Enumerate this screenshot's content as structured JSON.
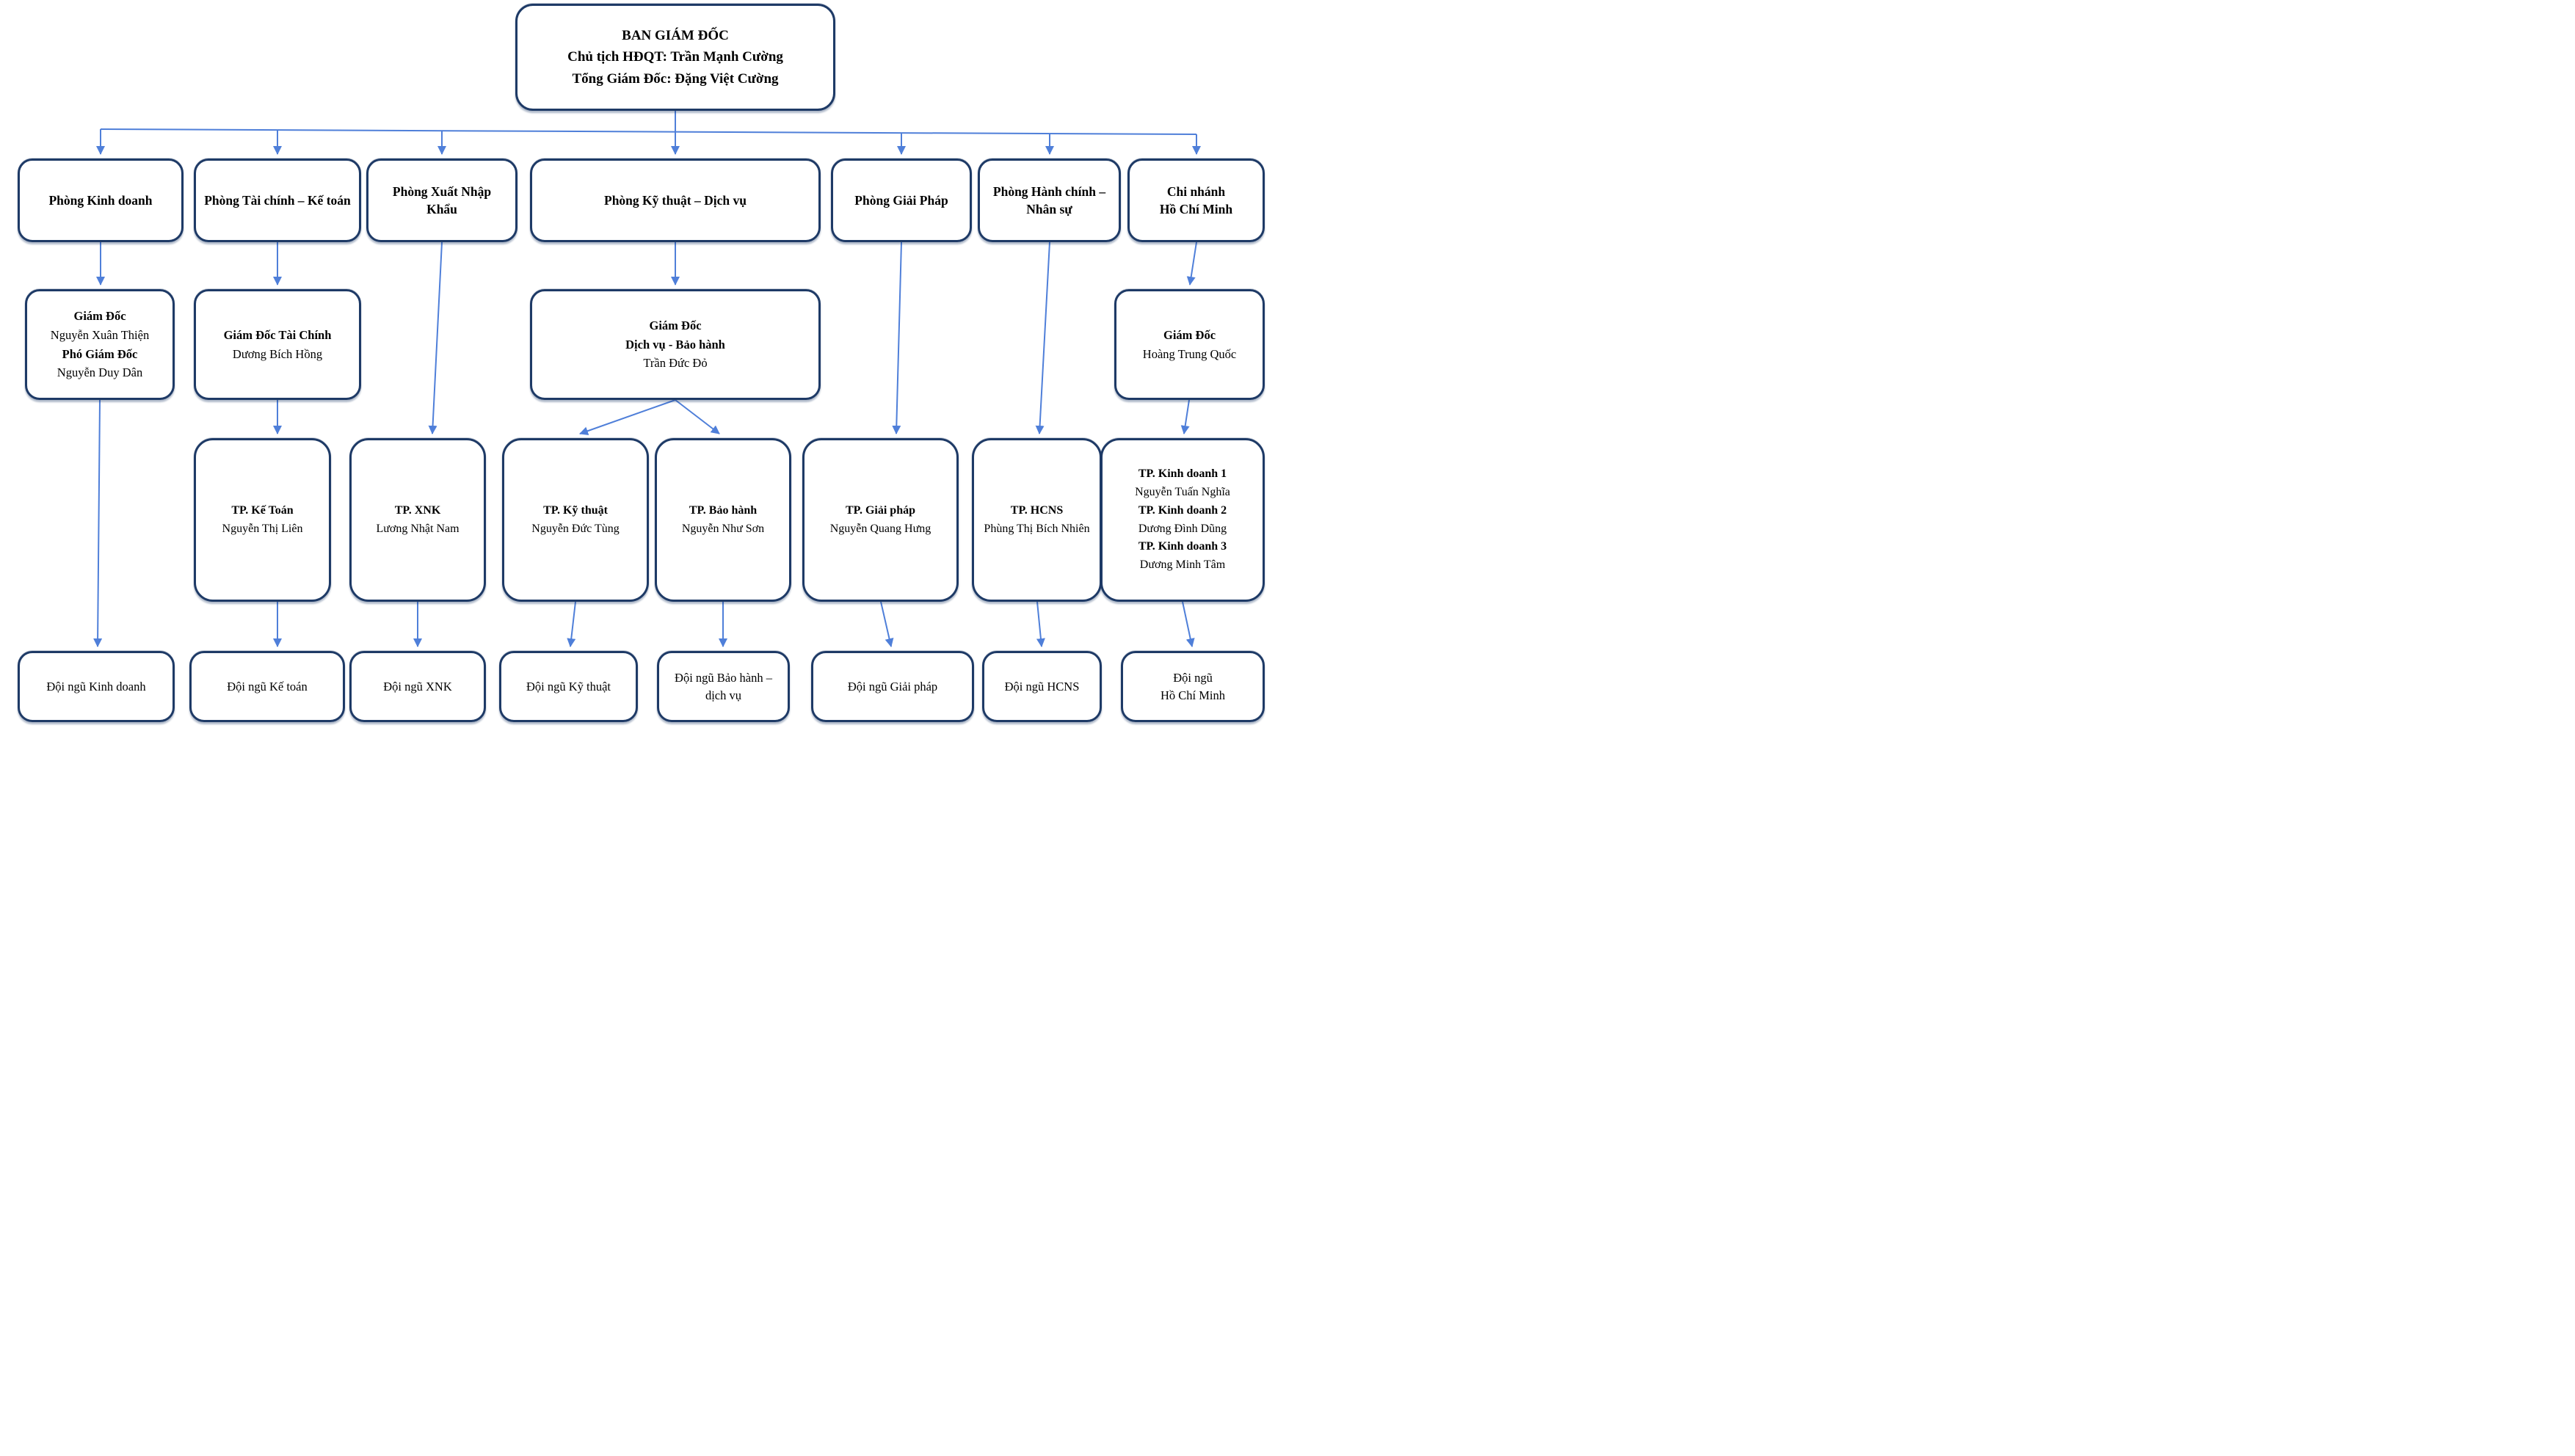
{
  "colors": {
    "box_border": "#1e3a66",
    "connector": "#4f7fd9",
    "background": "#ffffff",
    "text": "#000000"
  },
  "nodes": {
    "ban_giam_doc": {
      "lines": [
        {
          "t": "BAN GIÁM ĐỐC",
          "b": true
        },
        {
          "t": "Chủ tịch HĐQT: Trần Mạnh Cường",
          "b": true
        },
        {
          "t": "Tổng Giám Đốc: Đặng Việt Cường",
          "b": true
        }
      ]
    },
    "phong_kinh_doanh": {
      "lines": [
        {
          "t": "Phòng Kinh doanh",
          "b": true
        }
      ]
    },
    "phong_tai_chinh": {
      "lines": [
        {
          "t": "Phòng Tài chính – Kế toán",
          "b": true
        }
      ]
    },
    "phong_xnk": {
      "lines": [
        {
          "t": "Phòng Xuất Nhập Khẩu",
          "b": true
        }
      ]
    },
    "phong_ky_thuat": {
      "lines": [
        {
          "t": "Phòng Kỹ thuật – Dịch vụ",
          "b": true
        }
      ]
    },
    "phong_giai_phap": {
      "lines": [
        {
          "t": "Phòng Giải Pháp",
          "b": true
        }
      ]
    },
    "phong_hanh_chinh": {
      "lines": [
        {
          "t": "Phòng Hành chính – Nhân sự",
          "b": true
        }
      ]
    },
    "chi_nhanh_hcm": {
      "lines": [
        {
          "t": "Chi nhánh",
          "b": true
        },
        {
          "t": "Hồ Chí Minh",
          "b": true
        }
      ]
    },
    "gd_kinh_doanh": {
      "lines": [
        {
          "t": "Giám Đốc",
          "b": true
        },
        {
          "t": "Nguyễn Xuân Thiện",
          "b": false
        },
        {
          "t": "Phó Giám Đốc",
          "b": true
        },
        {
          "t": "Nguyễn Duy Dân",
          "b": false
        }
      ]
    },
    "gd_tai_chinh": {
      "lines": [
        {
          "t": "Giám Đốc Tài Chính",
          "b": true
        },
        {
          "t": "Dương Bích Hồng",
          "b": false
        }
      ]
    },
    "gd_dich_vu": {
      "lines": [
        {
          "t": "Giám Đốc",
          "b": true
        },
        {
          "t": "Dịch vụ - Bảo hành",
          "b": true
        },
        {
          "t": "Trần Đức Đỏ",
          "b": false
        }
      ]
    },
    "gd_hcm": {
      "lines": [
        {
          "t": "Giám Đốc",
          "b": true
        },
        {
          "t": "Hoàng Trung Quốc",
          "b": false
        }
      ]
    },
    "tp_ke_toan": {
      "lines": [
        {
          "t": "TP. Kế Toán",
          "b": true
        },
        {
          "t": "Nguyễn Thị Liên",
          "b": false
        }
      ]
    },
    "tp_xnk": {
      "lines": [
        {
          "t": "TP. XNK",
          "b": true
        },
        {
          "t": "Lương Nhật Nam",
          "b": false
        }
      ]
    },
    "tp_ky_thuat": {
      "lines": [
        {
          "t": "TP. Kỹ thuật",
          "b": true
        },
        {
          "t": "Nguyễn Đức Tùng",
          "b": false
        }
      ]
    },
    "tp_bao_hanh": {
      "lines": [
        {
          "t": "TP. Bảo hành",
          "b": true
        },
        {
          "t": "Nguyễn Như Sơn",
          "b": false
        }
      ]
    },
    "tp_giai_phap": {
      "lines": [
        {
          "t": "TP. Giải pháp",
          "b": true
        },
        {
          "t": "Nguyễn Quang Hưng",
          "b": false
        }
      ]
    },
    "tp_hcns": {
      "lines": [
        {
          "t": "TP. HCNS",
          "b": true
        },
        {
          "t": "Phùng Thị Bích Nhiên",
          "b": false
        }
      ]
    },
    "tp_kinh_doanh_123": {
      "lines": [
        {
          "t": "TP. Kinh doanh 1",
          "b": true
        },
        {
          "t": "Nguyễn Tuấn Nghĩa",
          "b": false
        },
        {
          "t": "TP. Kinh doanh 2",
          "b": true
        },
        {
          "t": "Dương Đình Dũng",
          "b": false
        },
        {
          "t": "TP. Kinh doanh 3",
          "b": true
        },
        {
          "t": "Dương Minh Tâm",
          "b": false
        }
      ]
    },
    "dn_kinh_doanh": {
      "lines": [
        {
          "t": "Đội ngũ Kinh doanh",
          "b": false
        }
      ]
    },
    "dn_ke_toan": {
      "lines": [
        {
          "t": "Đội ngũ Kế toán",
          "b": false
        }
      ]
    },
    "dn_xnk": {
      "lines": [
        {
          "t": "Đội ngũ XNK",
          "b": false
        }
      ]
    },
    "dn_ky_thuat": {
      "lines": [
        {
          "t": "Đội ngũ Kỹ thuật",
          "b": false
        }
      ]
    },
    "dn_bao_hanh": {
      "lines": [
        {
          "t": "Đội ngũ Bảo hành – dịch vụ",
          "b": false
        }
      ]
    },
    "dn_giai_phap": {
      "lines": [
        {
          "t": "Đội ngũ Giải pháp",
          "b": false
        }
      ]
    },
    "dn_hcns": {
      "lines": [
        {
          "t": "Đội ngũ HCNS",
          "b": false
        }
      ]
    },
    "dn_hcm": {
      "lines": [
        {
          "t": "Đội ngũ",
          "b": false
        },
        {
          "t": "Hồ Chí Minh",
          "b": false
        }
      ]
    }
  }
}
